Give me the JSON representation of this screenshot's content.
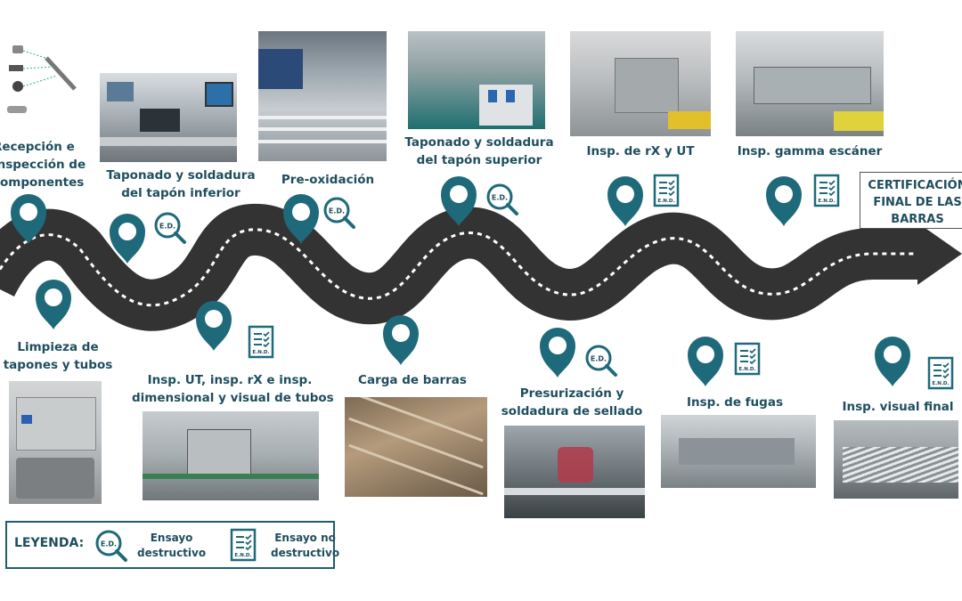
{
  "stages": {
    "recepcion": "Recepción e\ninspección de\ncomponentes",
    "limpieza": "Limpieza de\ntapones y tubos",
    "taponado_inferior": "Taponado y soldadura\ndel tapón inferior",
    "insp_ut_rx_tubos": "Insp. UT, insp. rX e insp.\ndimensional y visual de tubos",
    "pre_oxidacion": "Pre-oxidación",
    "carga_barras": "Carga de barras",
    "taponado_superior": "Taponado y soldadura\ndel tapón superior",
    "presurizacion": "Presurización y\nsoldadura de sellado",
    "insp_rx_ut": "Insp. de rX y UT",
    "insp_fugas": "Insp. de fugas",
    "insp_gamma": "Insp. gamma escáner",
    "insp_visual_final": "Insp. visual final",
    "certificacion": "CERTIFICACIÓN\nFINAL DE LAS\nBARRAS"
  },
  "badges": {
    "ed": "E.D.",
    "end": "E.N.D."
  },
  "legend": {
    "title": "LEYENDA:",
    "ed_label": "Ensayo\ndestructivo",
    "end_label": "Ensayo no\ndestructivo"
  },
  "colors": {
    "teal": "#1f6a7a",
    "text": "#1f4e5e",
    "road": "#333333",
    "road_dash": "#ffffff"
  }
}
